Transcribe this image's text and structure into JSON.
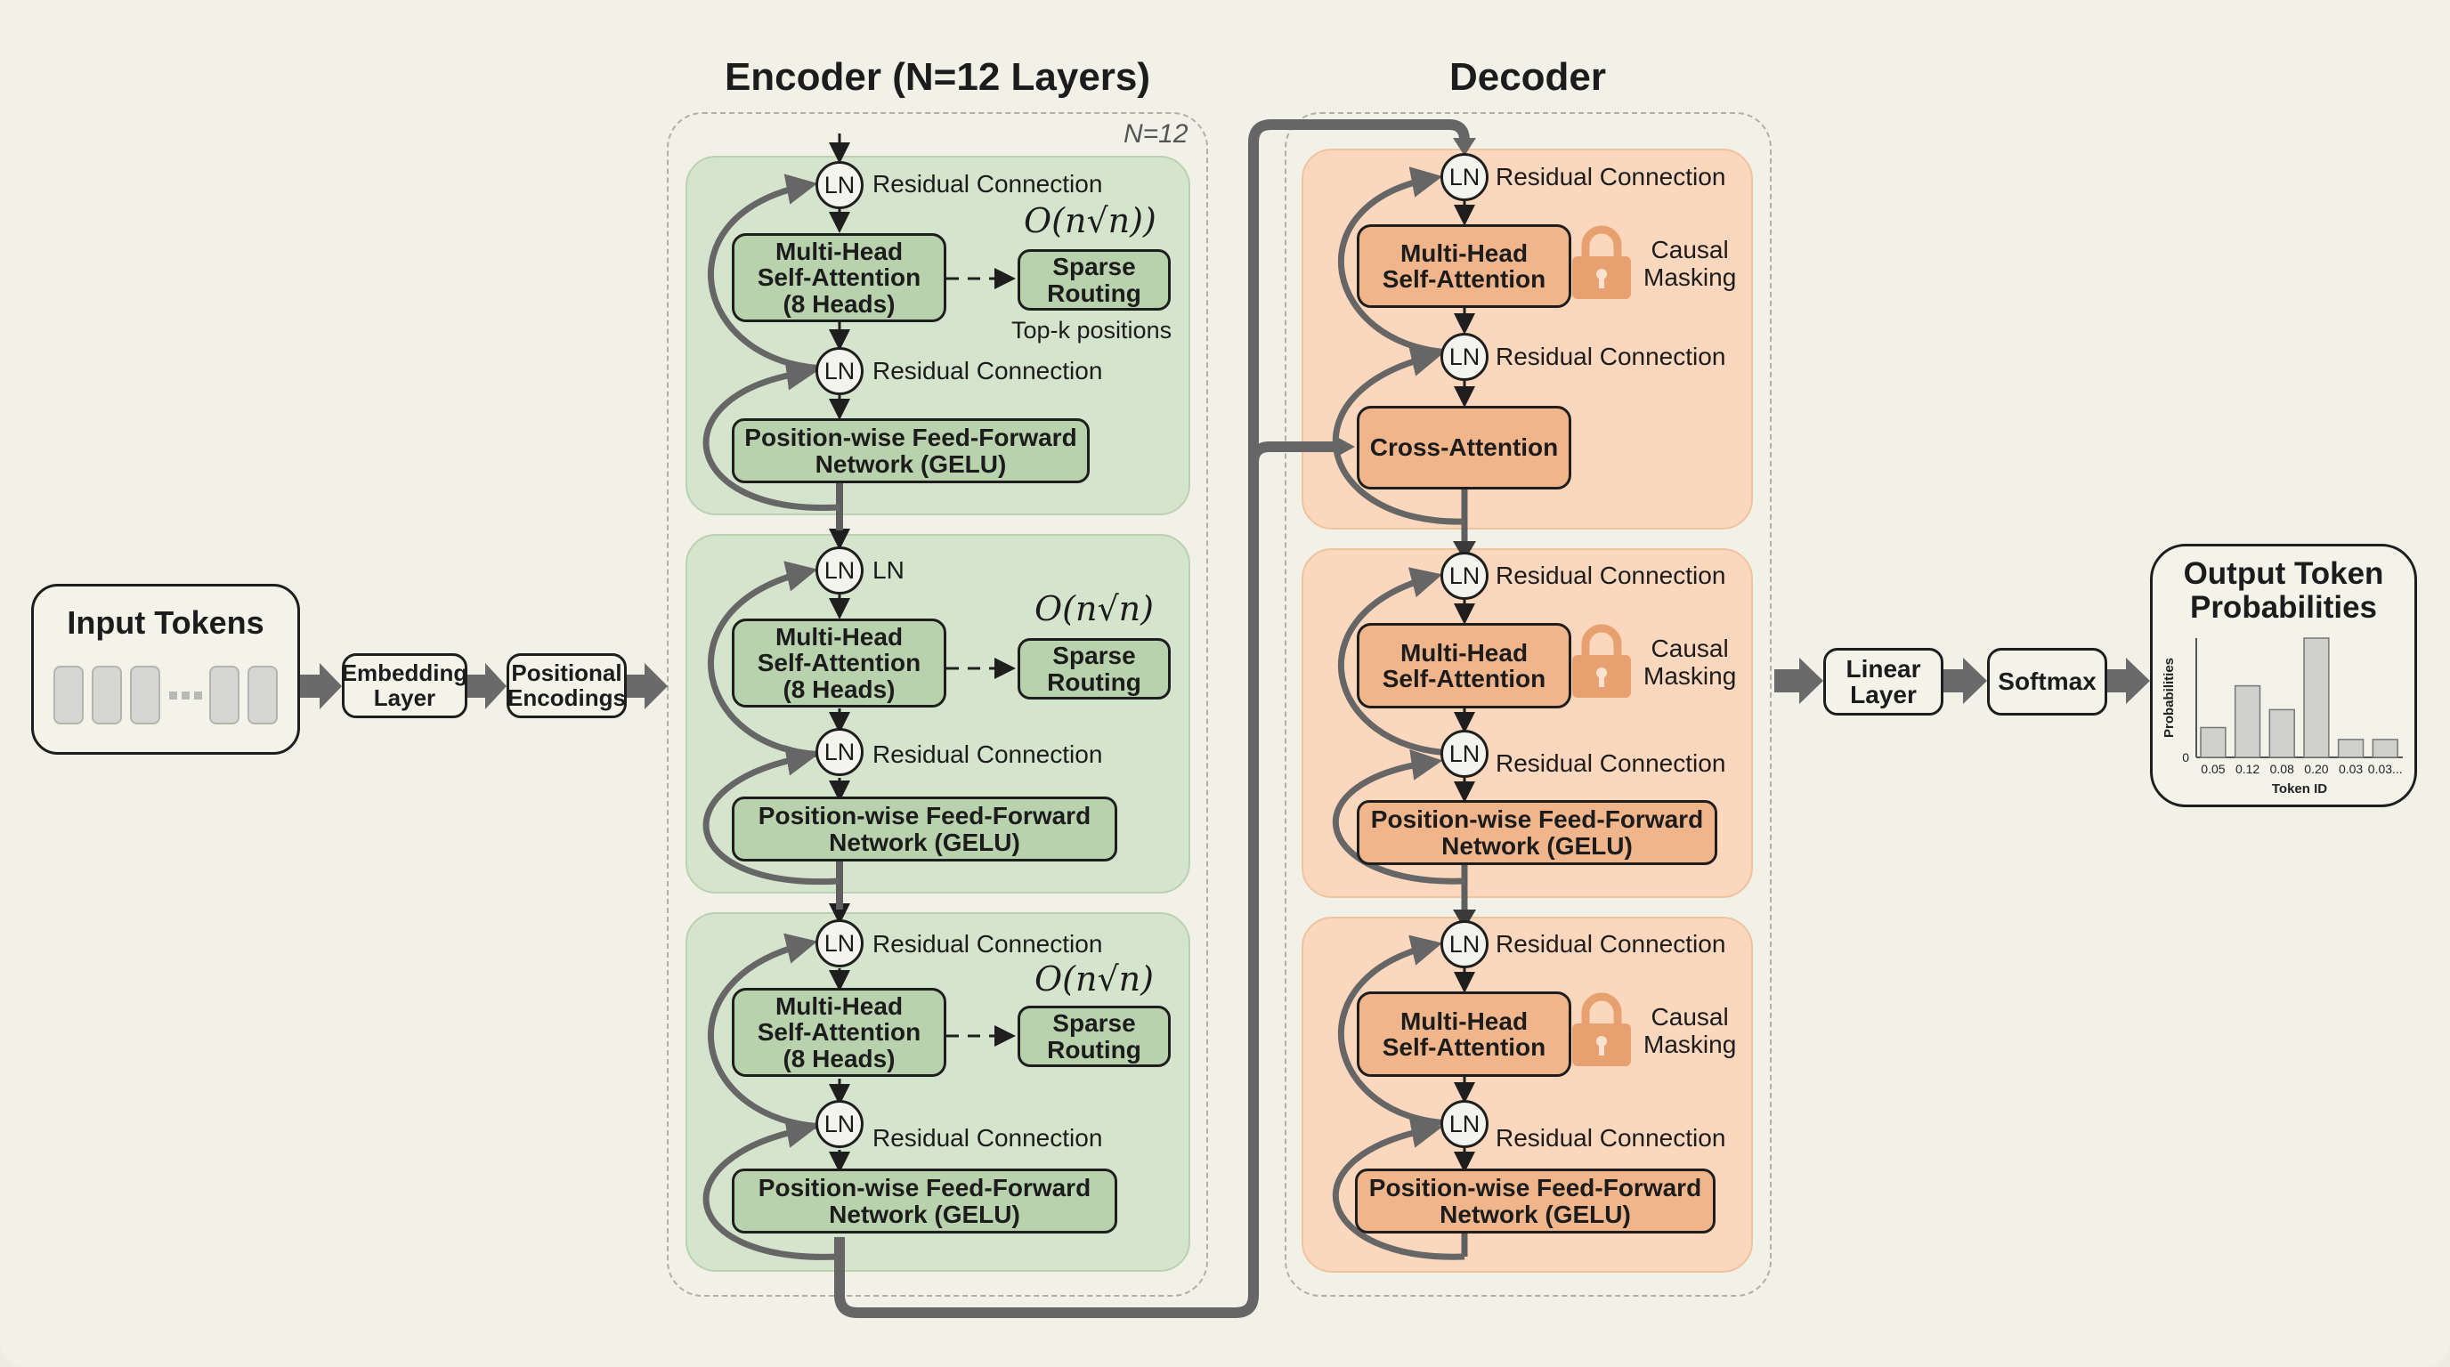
{
  "input": {
    "title": "Input Tokens",
    "token_count_visible": 5,
    "ellipsis": "..."
  },
  "embedding": {
    "label_line1": "Embedding",
    "label_line2": "Layer"
  },
  "positional": {
    "label_line1": "Positional",
    "label_line2": "Encodings"
  },
  "encoder": {
    "title": "Encoder (N=12 Layers)",
    "repeat_label": "N=12",
    "blocks": [
      {
        "ln1_label": "Residual Connection",
        "attention": {
          "line1": "Multi-Head",
          "line2": "Self-Attention",
          "line3": "(8 Heads)"
        },
        "complexity": "O(n√n))",
        "routing": {
          "line1": "Sparse",
          "line2": "Routing"
        },
        "routing_note": "Top-k positions",
        "ln2_label": "Residual Connection",
        "ffn": {
          "line1": "Position-wise Feed-Forward",
          "line2": "Network (GELU)"
        }
      },
      {
        "ln1_label": "LN",
        "attention": {
          "line1": "Multi-Head",
          "line2": "Self-Attention",
          "line3": "(8 Heads)"
        },
        "complexity": "O(n√n)",
        "routing": {
          "line1": "Sparse",
          "line2": "Routing"
        },
        "ln2_label": "Residual Connection",
        "ffn": {
          "line1": "Position-wise Feed-Forward",
          "line2": "Network (GELU)"
        }
      },
      {
        "ln1_label": "Residual Connection",
        "attention": {
          "line1": "Multi-Head",
          "line2": "Self-Attention",
          "line3": "(8 Heads)"
        },
        "complexity": "O(n√n)",
        "routing": {
          "line1": "Sparse",
          "line2": "Routing"
        },
        "ln2_label": "Residual Connection",
        "ffn": {
          "line1": "Position-wise Feed-Forward",
          "line2": "Network (GELU)"
        }
      }
    ]
  },
  "ln_text": "LN",
  "decoder": {
    "title": "Decoder",
    "blocks": [
      {
        "ln1_label": "Residual Connection",
        "attention": {
          "line1": "Multi-Head",
          "line2": "Self-Attention"
        },
        "mask": {
          "line1": "Causal",
          "line2": "Masking",
          "icon": "lock-icon"
        },
        "ln2_label": "Residual Connection",
        "second": {
          "line1": "Cross-Attention"
        }
      },
      {
        "ln1_label": "Residual Connection",
        "attention": {
          "line1": "Multi-Head",
          "line2": "Self-Attention"
        },
        "mask": {
          "line1": "Causal",
          "line2": "Masking",
          "icon": "lock-icon"
        },
        "ln2_label": "Residual Connection",
        "second": {
          "line1": "Position-wise Feed-Forward",
          "line2": "Network (GELU)"
        }
      },
      {
        "ln1_label": "Residual Connection",
        "attention": {
          "line1": "Multi-Head",
          "line2": "Self-Attention"
        },
        "mask": {
          "line1": "Causal",
          "line2": "Masking",
          "icon": "lock-icon"
        },
        "ln2_label": "Residual Connection",
        "second": {
          "line1": "Position-wise Feed-Forward",
          "line2": "Network (GELU)"
        }
      }
    ]
  },
  "linear": {
    "label_line1": "Linear",
    "label_line2": "Layer"
  },
  "softmax": {
    "label": "Softmax"
  },
  "output": {
    "title_line1": "Output Token",
    "title_line2": "Probabilities"
  },
  "colors": {
    "encoder_fill": "#b9d2ae",
    "encoder_block": "#d5e4cd",
    "decoder_fill": "#f0b58a",
    "decoder_block": "#fad7bd",
    "arrow": "#6a6a6a",
    "background": "#f1f1e8"
  },
  "chart_data": {
    "type": "bar",
    "title": "Output Token Probabilities",
    "categories": [
      "0.05",
      "0.12",
      "0.08",
      "0.20",
      "0.03",
      "0.03..."
    ],
    "values": [
      0.05,
      0.12,
      0.08,
      0.2,
      0.03,
      0.03
    ],
    "xlabel": "Token ID",
    "ylabel": "Probabilities",
    "y_tick_labels": [
      "0"
    ],
    "ylim": [
      0,
      0.2
    ],
    "grid": false,
    "bar_color": "#d0d0cc"
  }
}
